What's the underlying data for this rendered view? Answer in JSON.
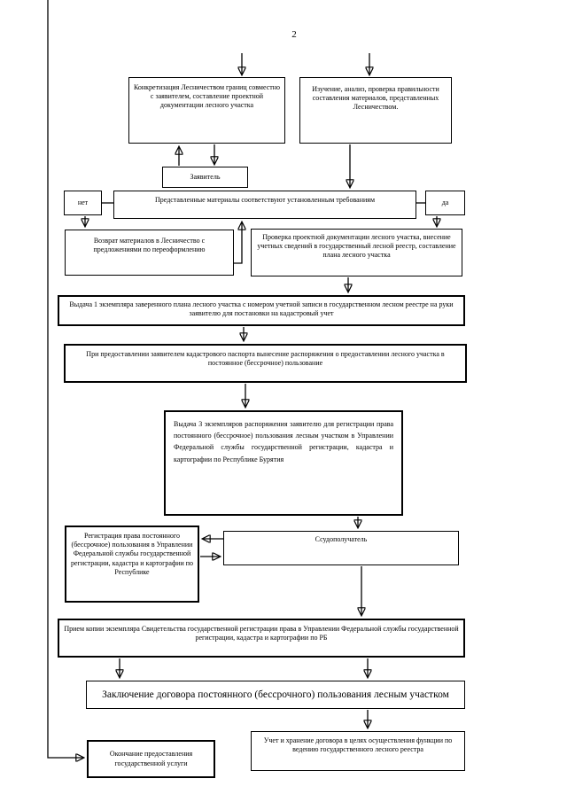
{
  "page": {
    "number": "2"
  },
  "colors": {
    "ink": "#000000",
    "paper": "#ffffff"
  },
  "nodes": {
    "concretization": {
      "text": "Конкретизация Лесничеством границ совместно с заявителем, составление проектной документации лесного участка"
    },
    "study": {
      "text": "Изучение, анализ, проверка правильности составления материалов, представленных Лесничеством."
    },
    "applicant": {
      "text": "Заявитель"
    },
    "decision": {
      "text": "Представленные материалы соответствуют установленным требованиям"
    },
    "no": {
      "text": "нет"
    },
    "yes": {
      "text": "да"
    },
    "return": {
      "text": "Возврат материалов в Лесничество с предложениями по переоформлению"
    },
    "check": {
      "text": "Проверка проектной документации лесного участка, внесение учетных сведений в государственный лесной реестр, составление плана лесного участка"
    },
    "issue1": {
      "text": "Выдача 1 экземпляра заверенного плана лесного участка с номером учетной записи в государственном лесном реестре на руки заявителю для постановки на кадастровый учет"
    },
    "order": {
      "text": "При предоставлении заявителем кадастрового паспорта вынесение распоряжения о предоставлении лесного участка в постоянное (бессрочное) пользование"
    },
    "issue3": {
      "text": "Выдача 3 экземпляров распоряжения заявителю для регистрации права постоянного (бессрочное) пользования лесным участком  в Управлении Федеральной службы государственной регистрации, кадастра и картографии по Республике Бурятия"
    },
    "registration": {
      "text": "Регистрация права постоянного (бессрочное) пользования в Управлении Федеральной службы государственной регистрации, кадастра и картографии по Республике"
    },
    "recipient": {
      "text": "Ссудополучатель"
    },
    "certificate": {
      "text": "Прием копии экземпляра Свидетельства государственной регистрации права в Управлении Федеральной службы государственной регистрации, кадастра и картографии по РБ"
    },
    "contract": {
      "text": "Заключение договора постоянного (бессрочного) пользования лесным участком"
    },
    "storage": {
      "text": "Учет и хранение договора в целях осуществления функции по ведению государственного лесного реестра"
    },
    "end": {
      "text": "Окончание предоставления государственной услуги"
    }
  }
}
